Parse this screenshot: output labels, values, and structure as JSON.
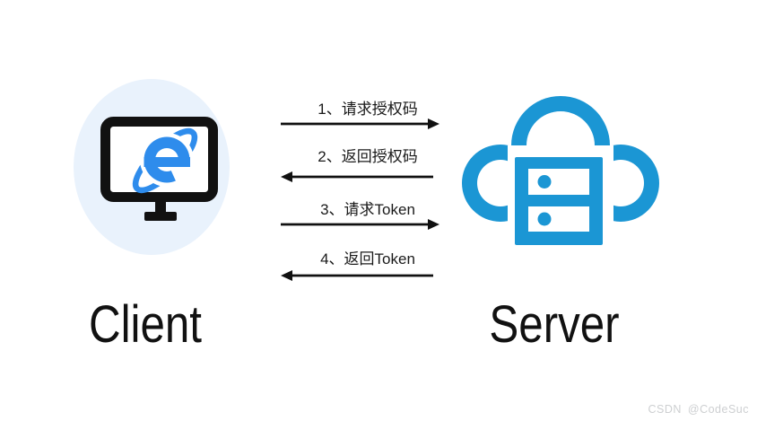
{
  "colors": {
    "ie-blue": "#2E8CEC",
    "cloud-blue": "#1B96D4",
    "client-bubble": "#E9F2FC",
    "ink": "#111111",
    "label-ink": "#1A1A1A",
    "watermark": "#CDCFD1"
  },
  "diagram": {
    "title_implicit": "OAuth authorization-code flow between browser client and server",
    "client": {
      "label": "Client",
      "icon": "browser-monitor-icon"
    },
    "server": {
      "label": "Server",
      "icon": "cloud-server-icon"
    },
    "flows": [
      {
        "step": "1",
        "label": "1、请求授权码",
        "direction": "client-to-server"
      },
      {
        "step": "2",
        "label": "2、返回授权码",
        "direction": "server-to-client"
      },
      {
        "step": "3",
        "label": "3、请求Token",
        "direction": "client-to-server"
      },
      {
        "step": "4",
        "label": "4、返回Token",
        "direction": "server-to-client"
      }
    ]
  },
  "watermark": {
    "brand": "CSDN",
    "user": "@CodeSuc"
  }
}
